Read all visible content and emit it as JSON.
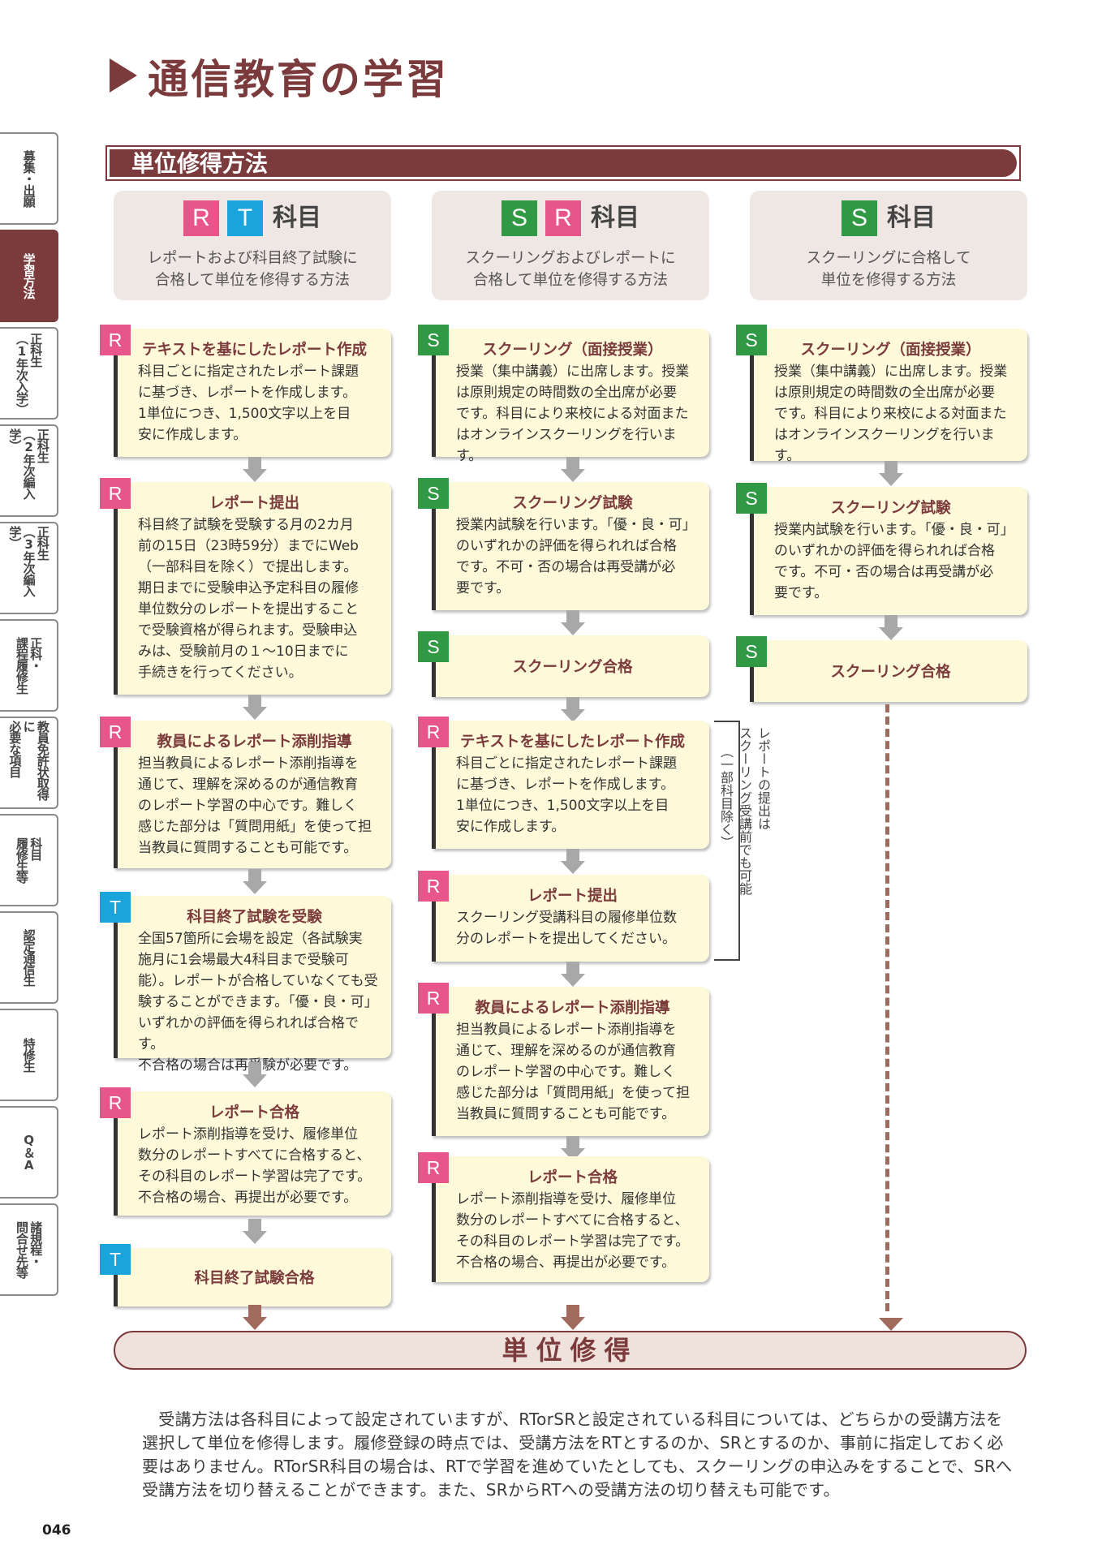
{
  "page": {
    "title": "通信教育の学習",
    "page_number": "046",
    "section_header": "単位修得方法"
  },
  "sidebar": {
    "items": [
      {
        "label": "募集・出願"
      },
      {
        "label": "学習方法",
        "active": true
      },
      {
        "label": "正科生\n（1年次入学）"
      },
      {
        "label": "正科生\n（2年次編入学）"
      },
      {
        "label": "正科生\n（3年次編入学）"
      },
      {
        "label": "正科・\n課程履修生"
      },
      {
        "label": "教員免許状取得に\n必要な項目"
      },
      {
        "label": "科目\n履修生等"
      },
      {
        "label": "認定通信生"
      },
      {
        "label": "特修生"
      },
      {
        "label": "Q＆A"
      },
      {
        "label": "諸規程・\n問合せ先等"
      }
    ]
  },
  "colors": {
    "R": "#e8558b",
    "T": "#19a4dc",
    "S": "#2f9a43",
    "brand": "#7b3b3c"
  },
  "columns": [
    {
      "badges": [
        "R",
        "T"
      ],
      "kamoku": "科目",
      "desc": "レポートおよび科目終了試験に\n合格して単位を修得する方法",
      "steps": [
        {
          "tag": "R",
          "title": "テキストを基にしたレポート作成",
          "body": "科目ごとに指定されたレポート課題\nに基づき、レポートを作成します。\n1単位につき、1,500文字以上を目\n安に作成します。"
        },
        {
          "tag": "R",
          "title": "レポート提出",
          "body": "科目終了試験を受験する月の2カ月\n前の15日（23時59分）までにWeb\n（一部科目を除く）で提出します。\n期日までに受験申込予定科目の履修\n単位数分のレポートを提出すること\nで受験資格が得られます。受験申込\nみは、受験前月の１〜10日までに\n手続きを行ってください。"
        },
        {
          "tag": "R",
          "title": "教員によるレポート添削指導",
          "body": "担当教員によるレポート添削指導を\n通じて、理解を深めるのが通信教育\nのレポート学習の中心です。難しく\n感じた部分は「質問用紙」を使って担\n当教員に質問することも可能です。"
        },
        {
          "tag": "T",
          "title": "科目終了試験を受験",
          "body": "全国57箇所に会場を設定（各試験実\n施月に1会場最大4科目まで受験可\n能）。レポートが合格していなくても受\n験することができます。「優・良・可」\nいずれかの評価を得られれば合格です。\n不合格の場合は再受験が必要です。"
        },
        {
          "tag": "R",
          "title": "レポート合格",
          "body": "レポート添削指導を受け、履修単位\n数分のレポートすべてに合格すると、\nその科目のレポート学習は完了です。\n不合格の場合、再提出が必要です。"
        },
        {
          "tag": "T",
          "title": "科目終了試験合格",
          "body": ""
        }
      ]
    },
    {
      "badges": [
        "S",
        "R"
      ],
      "kamoku": "科目",
      "desc": "スクーリングおよびレポートに\n合格して単位を修得する方法",
      "steps": [
        {
          "tag": "S",
          "title": "スクーリング（面接授業）",
          "body": "授業（集中講義）に出席します。授業\nは原則規定の時間数の全出席が必要\nです。科目により来校による対面また\nはオンラインスクーリングを行います。"
        },
        {
          "tag": "S",
          "title": "スクーリング試験",
          "body": "授業内試験を行います。「優・良・可」\nのいずれかの評価を得られれば合格\nです。不可・否の場合は再受講が必\n要です。"
        },
        {
          "tag": "S",
          "title": "スクーリング合格",
          "body": ""
        },
        {
          "tag": "R",
          "title": "テキストを基にしたレポート作成",
          "body": "科目ごとに指定されたレポート課題\nに基づき、レポートを作成します。\n1単位につき、1,500文字以上を目\n安に作成します。"
        },
        {
          "tag": "R",
          "title": "レポート提出",
          "body": "スクーリング受講科目の履修単位数\n分のレポートを提出してください。"
        },
        {
          "tag": "R",
          "title": "教員によるレポート添削指導",
          "body": "担当教員によるレポート添削指導を\n通じて、理解を深めるのが通信教育\nのレポート学習の中心です。難しく\n感じた部分は「質問用紙」を使って担\n当教員に質問することも可能です。"
        },
        {
          "tag": "R",
          "title": "レポート合格",
          "body": "レポート添削指導を受け、履修単位\n数分のレポートすべてに合格すると、\nその科目のレポート学習は完了です。\n不合格の場合、再提出が必要です。"
        }
      ]
    },
    {
      "badges": [
        "S"
      ],
      "kamoku": "科目",
      "desc": "スクーリングに合格して\n単位を修得する方法",
      "steps": [
        {
          "tag": "S",
          "title": "スクーリング（面接授業）",
          "body": "授業（集中講義）に出席します。授業\nは原則規定の時間数の全出席が必要\nです。科目により来校による対面また\nはオンラインスクーリングを行います。"
        },
        {
          "tag": "S",
          "title": "スクーリング試験",
          "body": "授業内試験を行います。「優・良・可」\nのいずれかの評価を得られれば合格\nです。不可・否の場合は再受講が必\n要です。"
        },
        {
          "tag": "S",
          "title": "スクーリング合格",
          "body": ""
        }
      ]
    }
  ],
  "bracket_note": {
    "line1": "レポートの提出は",
    "line2": "スクーリング受講前でも可能",
    "line3": "（一部科目除く）"
  },
  "goal": "単位修得",
  "footnote": "　受講方法は各科目によって設定されていますが、RTorSRと設定されている科目については、どちらかの受講方法を選択して単位を修得します。履修登録の時点では、受講方法をRTとするのか、SRとするのか、事前に指定しておく必要はありません。RTorSR科目の場合は、RTで学習を進めていたとしても、スクーリングの申込みをすることで、SRへ受講方法を切り替えることができます。また、SRからRTへの受講方法の切り替えも可能です。"
}
